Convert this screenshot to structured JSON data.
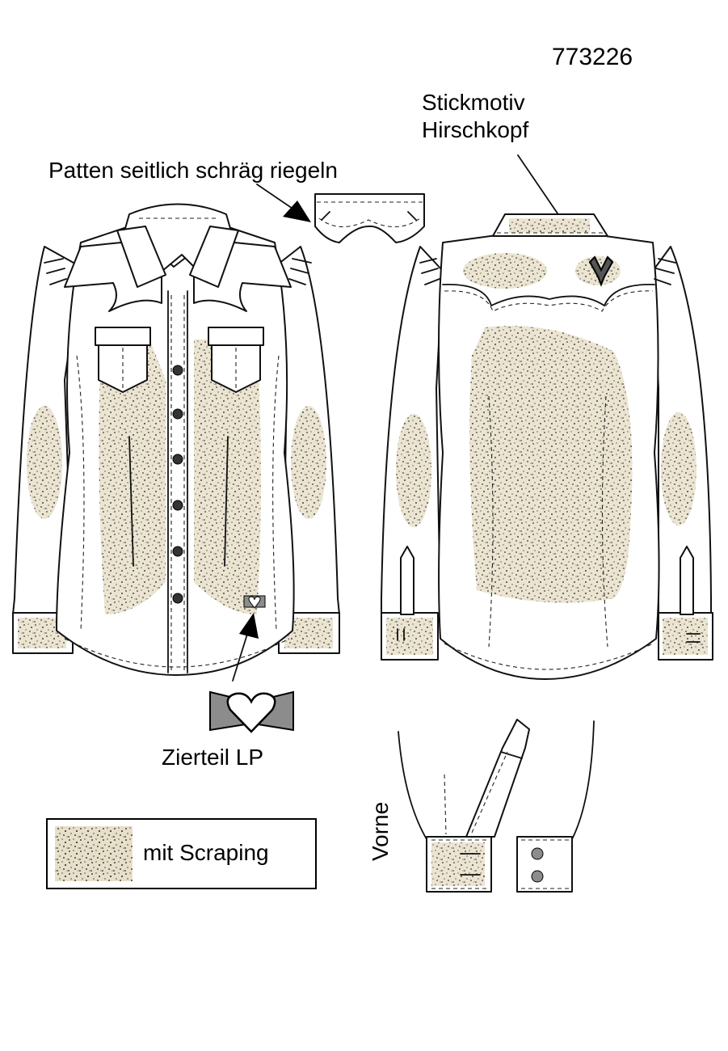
{
  "style_number": "773226",
  "labels": {
    "patten": "Patten seitlich schräg riegeln",
    "stickmotiv_line1": "Stickmotiv",
    "stickmotiv_line2": "Hirschkopf",
    "zierteil": "Zierteil LP",
    "vorne": "Vorne"
  },
  "legend": {
    "text": "mit Scraping"
  },
  "colors": {
    "outline": "#111111",
    "scraping_base": "#e6dfc9",
    "scraping_dark": "#6f6a5c",
    "ornament_gray": "#8c8c8c",
    "button": "#333333"
  }
}
